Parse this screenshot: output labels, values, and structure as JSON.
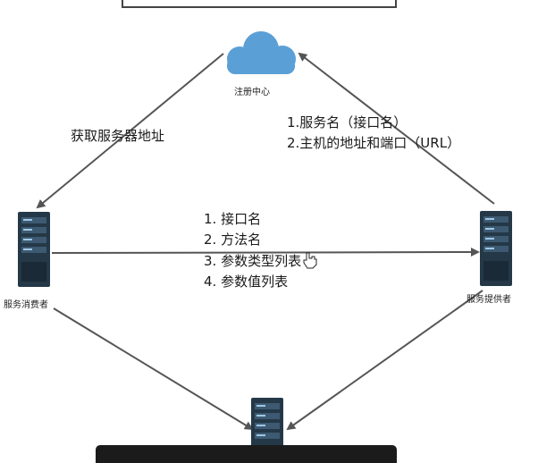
{
  "nodes": {
    "registry": {
      "label": "注册中心",
      "icon": "cloud-icon",
      "color": "#5aa0d6"
    },
    "consumer": {
      "label": "服务消费者",
      "icon": "server-icon"
    },
    "provider": {
      "label": "服务提供者",
      "icon": "server-icon"
    },
    "bottom_server": {
      "icon": "server-icon"
    }
  },
  "edges": {
    "consumer_fetch": {
      "label": "获取服务器地址"
    },
    "provider_register": {
      "lines": [
        "1.服务名（接口名）",
        "2.主机的地址和端口（URL）"
      ]
    },
    "rpc_call": {
      "lines": [
        "1. 接口名",
        "2. 方法名",
        "3. 参数类型列表",
        "4. 参数值列表"
      ]
    }
  },
  "colors": {
    "arrow": "#555555",
    "server": "#243847",
    "cloud": "#5aa0d6"
  }
}
